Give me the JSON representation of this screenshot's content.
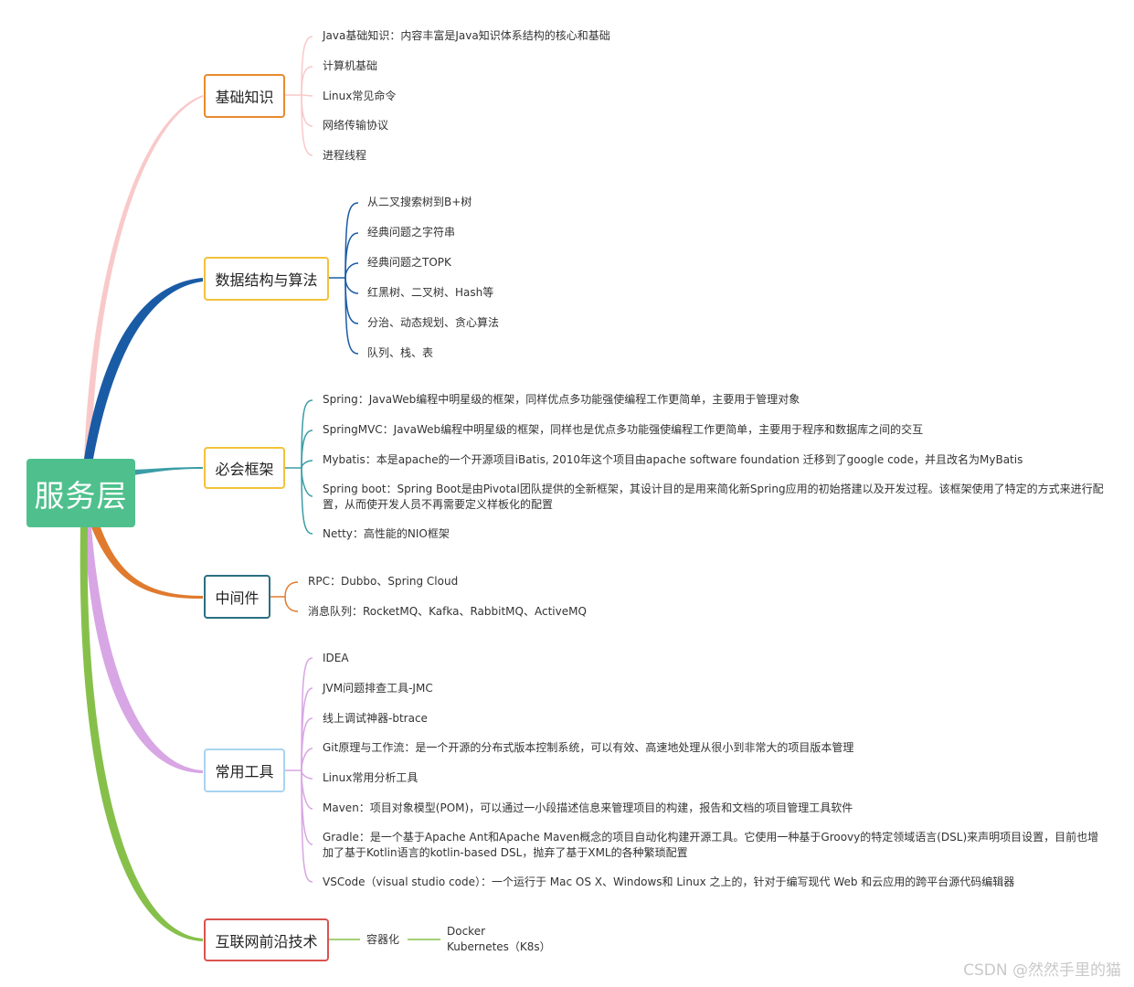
{
  "root": {
    "label": "服务层"
  },
  "branches": [
    {
      "label": "基础知识",
      "color": "#e88a2e",
      "line_color": "#f9c9c9",
      "items": [
        "Java基础知识：内容丰富是Java知识体系结构的核心和基础",
        "计算机基础",
        "Linux常见命令",
        "网络传输协议",
        "进程线程"
      ]
    },
    {
      "label": "数据结构与算法",
      "color": "#f2c23a",
      "line_color": "#1a5ba6",
      "items": [
        "从二叉搜索树到B+树",
        "经典问题之字符串",
        "经典问题之TOPK",
        "红黑树、二叉树、Hash等",
        "分治、动态规划、贪心算法",
        "队列、栈、表"
      ]
    },
    {
      "label": "必会框架",
      "color": "#f2c23a",
      "line_color": "#3a9da6",
      "items": [
        "Spring：JavaWeb编程中明星级的框架，同样优点多功能强使编程工作更简单，主要用于管理对象",
        " SpringMVC：JavaWeb编程中明星级的框架，同样也是优点多功能强使编程工作更简单，主要用于程序和数据库之间的交互",
        "Mybatis：本是apache的一个开源项目iBatis, 2010年这个项目由apache software foundation 迁移到了google code，并且改名为MyBatis",
        "Spring boot：Spring Boot是由Pivotal团队提供的全新框架，其设计目的是用来简化新Spring应用的初始搭建以及开发过程。该框架使用了特定的方式来进行配置，从而使开发人员不再需要定义样板化的配置",
        "Netty：高性能的NIO框架"
      ]
    },
    {
      "label": "中间件",
      "color": "#2a6f80",
      "line_color": "#e07a2e",
      "items": [
        "RPC：Dubbo、Spring Cloud",
        "消息队列：RocketMQ、Kafka、RabbitMQ、ActiveMQ"
      ]
    },
    {
      "label": "常用工具",
      "color": "#a9d4ef",
      "line_color": "#d8a6e4",
      "items": [
        "IDEA",
        "JVM问题排查工具-JMC",
        "线上调试神器-btrace",
        "Git原理与工作流：是一个开源的分布式版本控制系统，可以有效、高速地处理从很小到非常大的项目版本管理",
        "Linux常用分析工具",
        "Maven：项目对象模型(POM)，可以通过一小段描述信息来管理项目的构建，报告和文档的项目管理工具软件",
        "Gradle：是一个基于Apache Ant和Apache Maven概念的项目自动化构建开源工具。它使用一种基于Groovy的特定领域语言(DSL)来声明项目设置，目前也增加了基于Kotlin语言的kotlin-based DSL，抛弃了基于XML的各种繁琐配置",
        "VSCode（visual studio code）：一个运行于 Mac OS X、Windows和 Linux 之上的，针对于编写现代 Web 和云应用的跨平台源代码编辑器"
      ]
    },
    {
      "label": "互联网前沿技术",
      "color": "#d9534f",
      "line_color": "#86c04a",
      "sub": {
        "label": "容器化",
        "items": [
          "Docker",
          "Kubernetes（K8s）"
        ]
      }
    }
  ],
  "watermark": "CSDN @然然手里的猫"
}
